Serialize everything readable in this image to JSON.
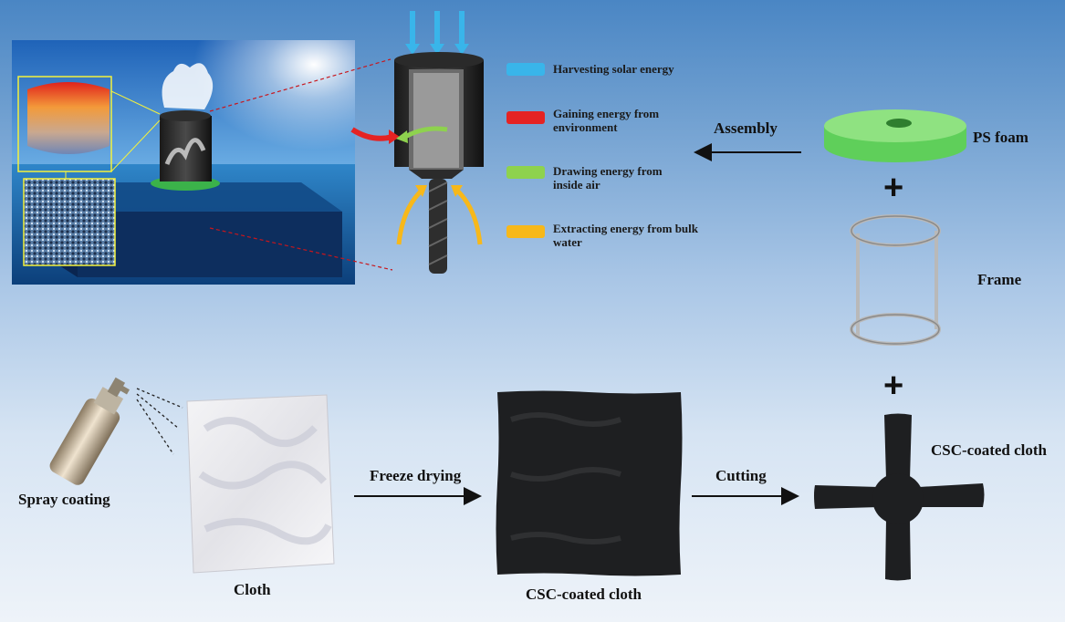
{
  "legend": {
    "items": [
      {
        "label": "Harvesting solar energy",
        "color": "#39b5ea"
      },
      {
        "label": "Gaining energy from environment",
        "color": "#e52323"
      },
      {
        "label": "Drawing energy from inside air",
        "color": "#8ed24e"
      },
      {
        "label": "Extracting energy from bulk water",
        "color": "#f7b81a"
      }
    ]
  },
  "labels": {
    "assembly": "Assembly",
    "ps_foam": "PS foam",
    "frame": "Frame",
    "csc_cloth_right": "CSC-coated cloth",
    "spray_coating": "Spray coating",
    "cloth": "Cloth",
    "freeze_drying": "Freeze drying",
    "csc_cloth_bottom": "CSC-coated cloth",
    "cutting": "Cutting",
    "plus": "+"
  }
}
